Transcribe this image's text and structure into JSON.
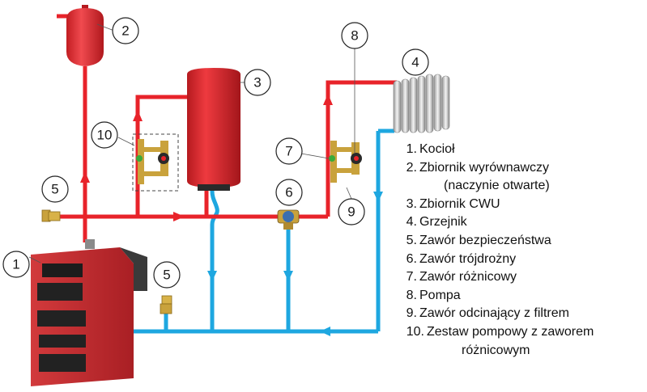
{
  "callouts": {
    "c1": "1",
    "c2": "2",
    "c3": "3",
    "c4": "4",
    "c5a": "5",
    "c5b": "5",
    "c6": "6",
    "c7": "7",
    "c8": "8",
    "c9": "9",
    "c10": "10"
  },
  "legend": {
    "items": [
      {
        "num": "1.",
        "text": "Kocioł"
      },
      {
        "num": "2.",
        "text": "Zbiornik wyrównawczy",
        "cont": "(naczynie otwarte)"
      },
      {
        "num": "3.",
        "text": "Zbiornik CWU"
      },
      {
        "num": "4.",
        "text": "Grzejnik"
      },
      {
        "num": "5.",
        "text": "Zawór bezpieczeństwa"
      },
      {
        "num": "6.",
        "text": "Zawór trójdrożny"
      },
      {
        "num": "7.",
        "text": "Zawór różnicowy"
      },
      {
        "num": "8.",
        "text": "Pompa"
      },
      {
        "num": "9.",
        "text": "Zawór odcinający z filtrem"
      },
      {
        "num": "10.",
        "text": "Zestaw pompowy z zaworem",
        "cont": "różnicowym"
      }
    ]
  },
  "colors": {
    "supply_pipe": "#e8232a",
    "return_pipe": "#1ea7e0",
    "tank_red": "#d8252a",
    "boiler_red": "#c8272b",
    "valve_brass": "#c9a23c",
    "radiator": "#d9d9d9"
  }
}
